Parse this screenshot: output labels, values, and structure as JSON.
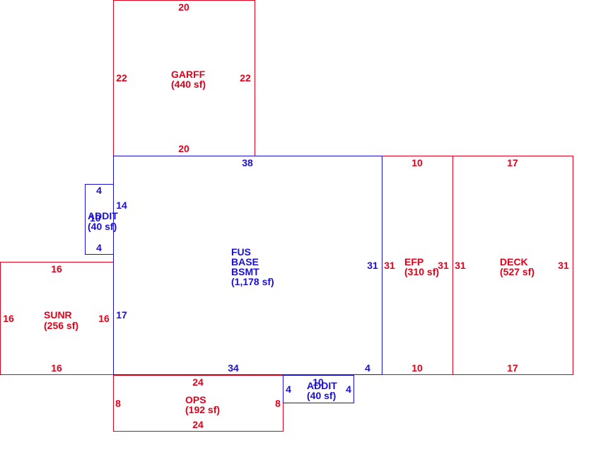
{
  "colors": {
    "red": "#e2001a",
    "blue": "#1a0fd6",
    "background": "#ffffff"
  },
  "areas": {
    "garff": {
      "name": "GARFF",
      "area": "(440 sf)",
      "dims": {
        "top": "20",
        "left": "22",
        "right": "22",
        "bottom": "20"
      }
    },
    "fus": {
      "lines": [
        "FUS",
        "BASE",
        "BSMT"
      ],
      "area": "(1,178 sf)",
      "dims": {
        "top": "38",
        "upper_left": "14",
        "lower_left": "17",
        "right": "31",
        "bottom": "34",
        "bottom_right": "4"
      }
    },
    "addit_left": {
      "name": "ADDIT",
      "overlap": "10",
      "area": "(40 sf)",
      "dims": {
        "top": "4",
        "bottom": "4"
      }
    },
    "addit_bottom": {
      "name": "ADDIT",
      "overlap": "10",
      "area": "(40 sf)",
      "dims": {
        "left": "4",
        "right": "4"
      }
    },
    "efp": {
      "name": "EFP",
      "area": "(310 sf)",
      "dims": {
        "top": "10",
        "left": "31",
        "right": "31",
        "bottom": "10"
      }
    },
    "deck": {
      "name": "DECK",
      "area": "(527 sf)",
      "dims": {
        "top": "17",
        "left": "31",
        "right": "31",
        "bottom": "17"
      }
    },
    "sunr": {
      "name": "SUNR",
      "area": "(256 sf)",
      "dims": {
        "top": "16",
        "left": "16",
        "right": "16",
        "bottom": "16"
      }
    },
    "ops": {
      "name": "OPS",
      "area": "(192 sf)",
      "dims": {
        "top": "24",
        "left": "8",
        "right": "8",
        "bottom": "24"
      }
    }
  }
}
